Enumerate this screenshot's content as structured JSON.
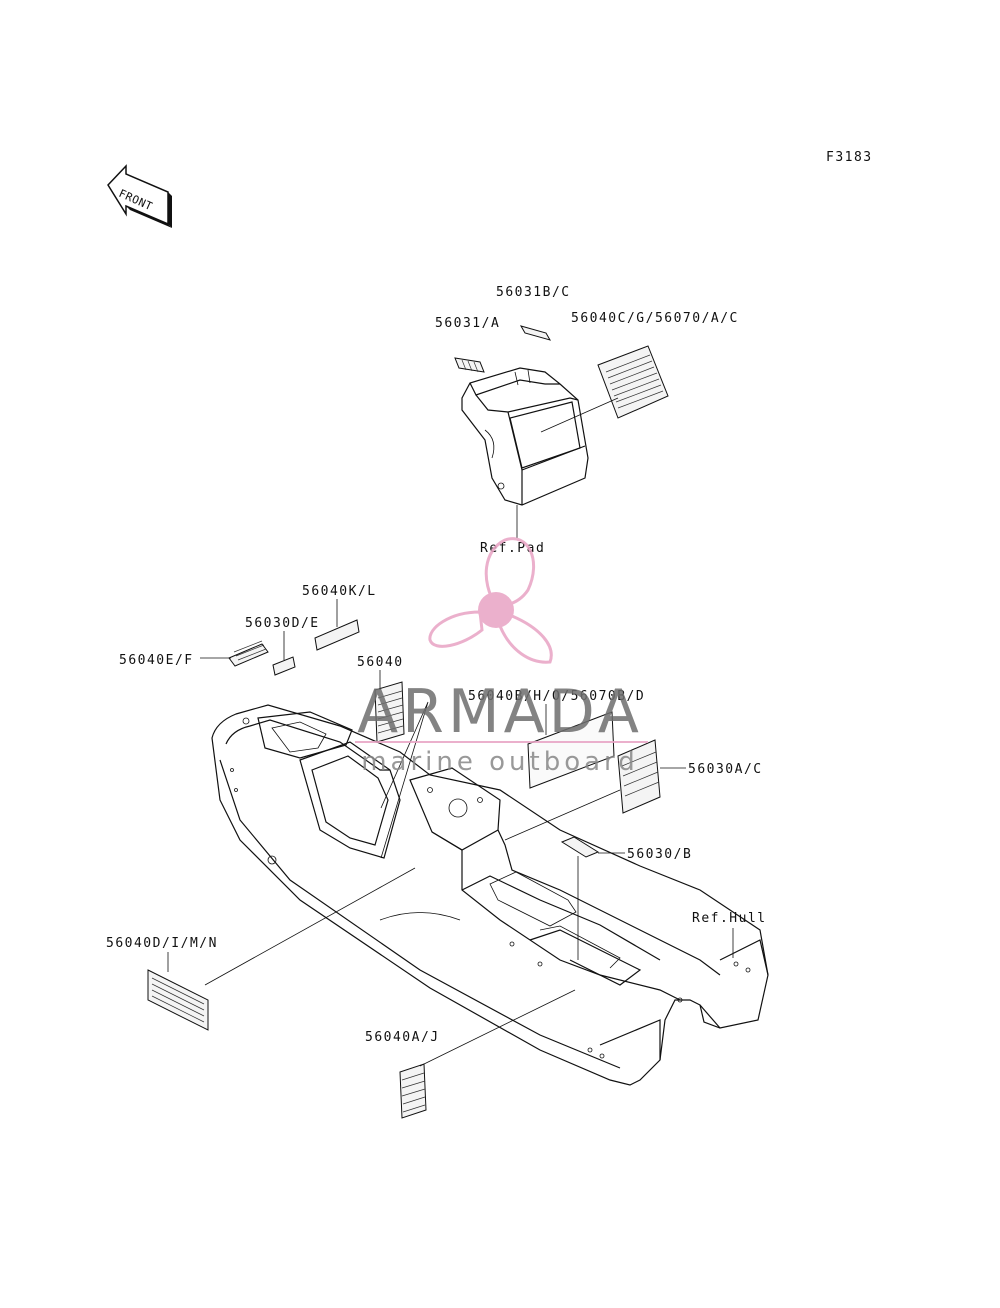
{
  "figure_code": "F3183",
  "front_label": "FRONT",
  "labels": {
    "p56031BC": "56031B/C",
    "p56031A": "56031/A",
    "p56040CG": "56040C/G/56070/A/C",
    "refPad": "Ref.Pad",
    "p56040KL": "56040K/L",
    "p56030DE": "56030D/E",
    "p56040EF": "56040E/F",
    "p56040": "56040",
    "p56040BH": "56040B/H/O/56070B/D",
    "p56030AC": "56030A/C",
    "p56030B": "56030/B",
    "refHull": "Ref.Hull",
    "p56040DIMN": "56040D/I/M/N",
    "p56040AJ": "56040A/J"
  },
  "watermark": {
    "brand": "ARMADA",
    "tagline": "marine outboard",
    "logo_color": "#e8a3c4",
    "text_color": "#6e6e6e"
  }
}
